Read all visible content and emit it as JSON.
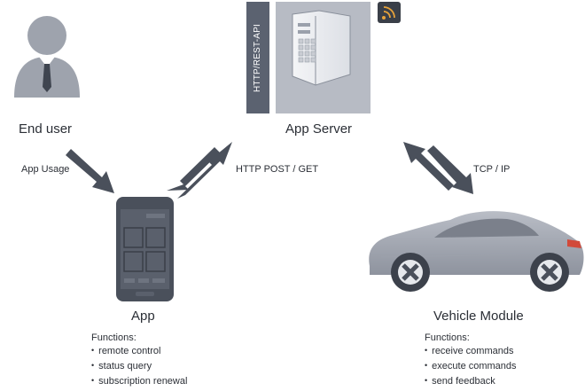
{
  "nodes": {
    "end_user": {
      "label": "End user"
    },
    "app_server": {
      "label": "App Server",
      "interface_label": "HTTP/REST-API"
    },
    "app": {
      "label": "App",
      "functions_heading": "Functions:",
      "functions": [
        "remote control",
        "status query",
        "subscription renewal"
      ]
    },
    "vehicle_module": {
      "label": "Vehicle Module",
      "functions_heading": "Functions:",
      "functions": [
        "receive commands",
        "execute commands",
        "send feedback"
      ]
    }
  },
  "edges": {
    "user_to_app": {
      "label": "App Usage"
    },
    "app_server": {
      "label": "HTTP POST / GET"
    },
    "server_vehicle": {
      "label": "TCP / IP"
    }
  },
  "colors": {
    "dark": "#4a505b",
    "grey": "#a6abb6",
    "light": "#c9ccd4",
    "accent_orange": "#e8a33a"
  },
  "icons": [
    "person-icon",
    "server-icon",
    "rss-icon",
    "smartphone-icon",
    "car-icon"
  ]
}
